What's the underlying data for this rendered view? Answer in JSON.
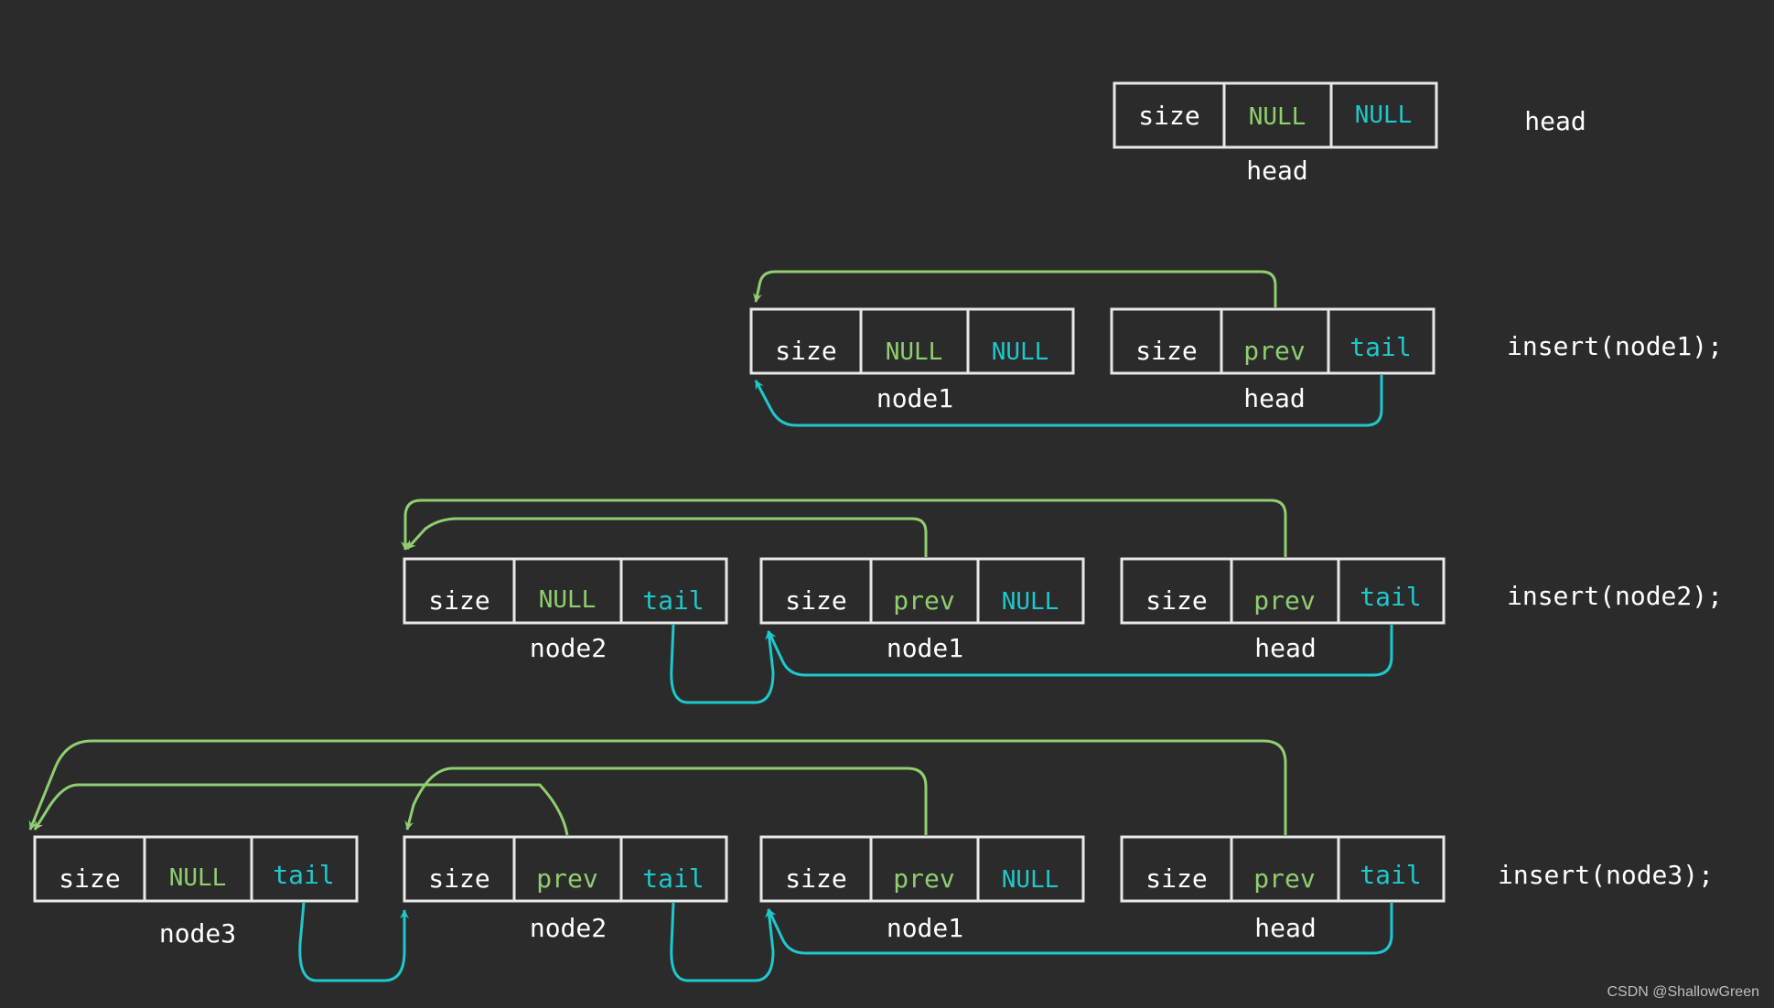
{
  "colors": {
    "background": "#2b2b2b",
    "box_border": "#e8e8e8",
    "text_white": "#ffffff",
    "prev_green": "#8fcf6f",
    "tail_cyan": "#1ec8cc"
  },
  "labels": {
    "size": "size",
    "null": "NULL",
    "prev": "prev",
    "tail": "tail"
  },
  "rows": [
    {
      "operation": "head",
      "nodes": [
        {
          "name": "head",
          "prev": "NULL",
          "tail": "NULL"
        }
      ]
    },
    {
      "operation": "insert(node1);",
      "nodes": [
        {
          "name": "node1",
          "prev": "NULL",
          "tail": "NULL"
        },
        {
          "name": "head",
          "prev": "prev",
          "tail": "tail"
        }
      ]
    },
    {
      "operation": "insert(node2);",
      "nodes": [
        {
          "name": "node2",
          "prev": "NULL",
          "tail": "tail"
        },
        {
          "name": "node1",
          "prev": "prev",
          "tail": "NULL"
        },
        {
          "name": "head",
          "prev": "prev",
          "tail": "tail"
        }
      ]
    },
    {
      "operation": "insert(node3);",
      "nodes": [
        {
          "name": "node3",
          "prev": "NULL",
          "tail": "tail"
        },
        {
          "name": "node2",
          "prev": "prev",
          "tail": "tail"
        },
        {
          "name": "node1",
          "prev": "prev",
          "tail": "NULL"
        },
        {
          "name": "head",
          "prev": "prev",
          "tail": "tail"
        }
      ]
    }
  ],
  "watermark": "CSDN @ShallowGreen"
}
